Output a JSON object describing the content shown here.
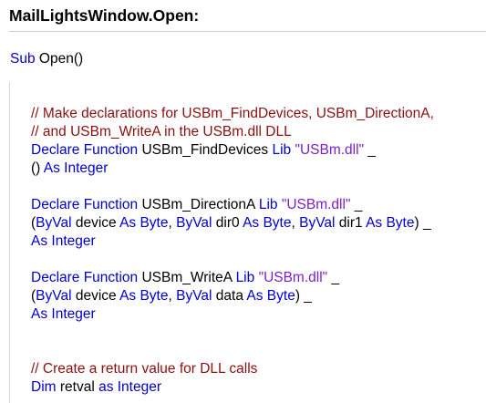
{
  "title": "MailLightsWindow.Open:",
  "colors": {
    "keyword": "#0000cc",
    "string": "#7a1fc8",
    "comment": "#8a1010",
    "text": "#000000"
  },
  "code_lines": [
    {
      "indent": 0,
      "tokens": [
        {
          "t": "Sub",
          "k": "kw"
        },
        {
          "t": " Open()",
          "k": "tx"
        }
      ]
    },
    {
      "indent": 1,
      "tokens": [
        {
          "t": "// Make declarations for USBm_FindDevices, USBm_DirectionA,",
          "k": "cm"
        }
      ]
    },
    {
      "indent": 1,
      "tokens": [
        {
          "t": "// and USBm_WriteA in the USBm.dll DLL",
          "k": "cm"
        }
      ]
    },
    {
      "indent": 1,
      "tokens": [
        {
          "t": "Declare Function",
          "k": "kw"
        },
        {
          "t": " USBm_FindDevices ",
          "k": "tx"
        },
        {
          "t": "Lib",
          "k": "kw"
        },
        {
          "t": " ",
          "k": "tx"
        },
        {
          "t": "\"USBm.dll\"",
          "k": "str"
        },
        {
          "t": " _",
          "k": "tx"
        }
      ]
    },
    {
      "indent": 1,
      "tokens": [
        {
          "t": "() ",
          "k": "tx"
        },
        {
          "t": "As Integer",
          "k": "kw"
        }
      ]
    },
    {
      "indent": 1,
      "tokens": [
        {
          "t": "Declare Function",
          "k": "kw"
        },
        {
          "t": " USBm_DirectionA ",
          "k": "tx"
        },
        {
          "t": "Lib",
          "k": "kw"
        },
        {
          "t": " ",
          "k": "tx"
        },
        {
          "t": "\"USBm.dll\"",
          "k": "str"
        },
        {
          "t": " _",
          "k": "tx"
        }
      ]
    },
    {
      "indent": 1,
      "tokens": [
        {
          "t": "(",
          "k": "tx"
        },
        {
          "t": "ByVal",
          "k": "kw"
        },
        {
          "t": " device ",
          "k": "tx"
        },
        {
          "t": "As Byte",
          "k": "kw"
        },
        {
          "t": ", ",
          "k": "tx"
        },
        {
          "t": "ByVal",
          "k": "kw"
        },
        {
          "t": " dir0 ",
          "k": "tx"
        },
        {
          "t": "As Byte",
          "k": "kw"
        },
        {
          "t": ", ",
          "k": "tx"
        },
        {
          "t": "ByVal",
          "k": "kw"
        },
        {
          "t": " dir1 ",
          "k": "tx"
        },
        {
          "t": "As Byte",
          "k": "kw"
        },
        {
          "t": ") _",
          "k": "tx"
        }
      ]
    },
    {
      "indent": 1,
      "tokens": [
        {
          "t": "As Integer",
          "k": "kw"
        }
      ]
    },
    {
      "indent": 1,
      "tokens": [
        {
          "t": "Declare Function",
          "k": "kw"
        },
        {
          "t": " USBm_WriteA ",
          "k": "tx"
        },
        {
          "t": "Lib",
          "k": "kw"
        },
        {
          "t": " ",
          "k": "tx"
        },
        {
          "t": "\"USBm.dll\"",
          "k": "str"
        },
        {
          "t": " _",
          "k": "tx"
        }
      ]
    },
    {
      "indent": 1,
      "tokens": [
        {
          "t": "(",
          "k": "tx"
        },
        {
          "t": "ByVal",
          "k": "kw"
        },
        {
          "t": " device ",
          "k": "tx"
        },
        {
          "t": "As Byte",
          "k": "kw"
        },
        {
          "t": ", ",
          "k": "tx"
        },
        {
          "t": "ByVal",
          "k": "kw"
        },
        {
          "t": " data ",
          "k": "tx"
        },
        {
          "t": "As Byte",
          "k": "kw"
        },
        {
          "t": ") _",
          "k": "tx"
        }
      ]
    },
    {
      "indent": 1,
      "tokens": [
        {
          "t": "As Integer",
          "k": "kw"
        }
      ]
    },
    {
      "indent": 1,
      "tokens": [
        {
          "t": "// Create a return value for DLL calls",
          "k": "cm"
        }
      ]
    },
    {
      "indent": 1,
      "tokens": [
        {
          "t": "Dim",
          "k": "kw"
        },
        {
          "t": " retval ",
          "k": "tx"
        },
        {
          "t": "as Integer",
          "k": "kw"
        }
      ]
    }
  ]
}
